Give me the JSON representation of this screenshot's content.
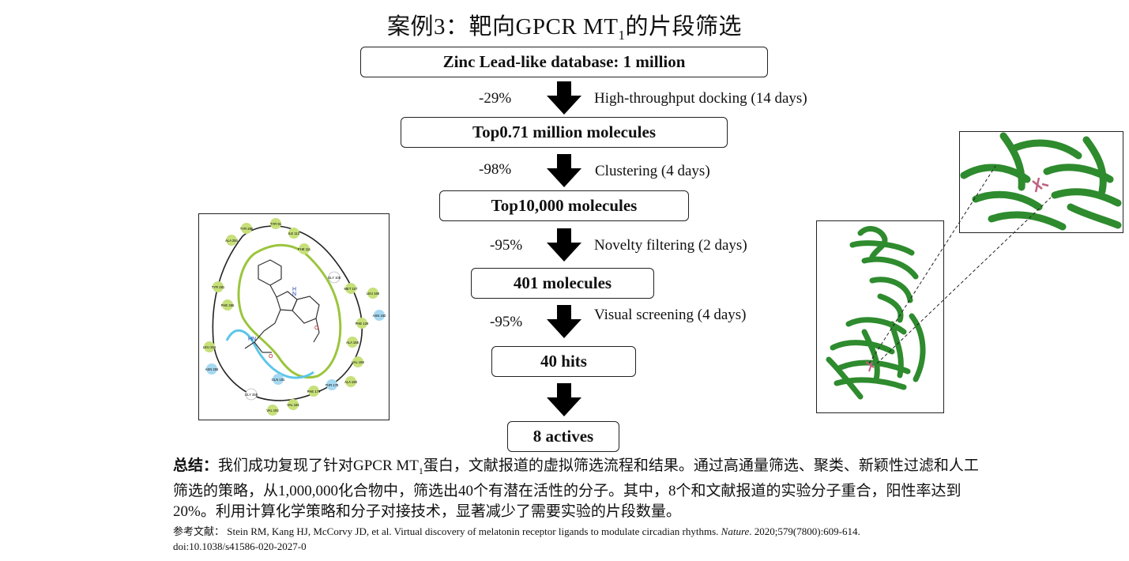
{
  "title": {
    "main": "案例3：靶向GPCR MT",
    "sub": "1",
    "tail": "的片段筛选"
  },
  "flow": {
    "boxes": [
      "Zinc Lead-like database: 1 million",
      "Top0.71 million molecules",
      "Top10,000 molecules",
      "401 molecules",
      "40 hits",
      "8 actives"
    ],
    "steps": [
      {
        "pct": "-29%",
        "label": "High-throughput docking (14 days)"
      },
      {
        "pct": "-98%",
        "label": "Clustering (4 days)"
      },
      {
        "pct": "-95%",
        "label": "Novelty filtering (2 days)"
      },
      {
        "pct": "-95%",
        "label": "Visual screening (4 days)"
      }
    ]
  },
  "ligand_map": {
    "residues": [
      "TYR 285",
      "TYR 91",
      "ILE 112",
      "PHE 111",
      "ALA 284",
      "GLY 108",
      "MET 107",
      "LEU 168",
      "TYR 281",
      "PHE 255",
      "PHE 129",
      "ASN 162",
      "LEU 254",
      "ALA 158",
      "VAL 159",
      "ASN 255",
      "GLN 181",
      "PHE 179",
      "THR 178",
      "ALA 190",
      "GLY 258",
      "VAL 192",
      "VAL 191"
    ],
    "atoms": [
      "H",
      "N",
      "HN",
      "O",
      "O"
    ],
    "colors": {
      "residue_hydrophobic": "#c7e07a",
      "residue_polar": "#a6d8f0",
      "ring_line": "#9bc53d",
      "polar_line": "#5cc6e8"
    }
  },
  "protein_color": "#2e8b2e",
  "summary": {
    "label": "总结：",
    "text1": "我们成功复现了针对GPCR MT",
    "sub": "1",
    "text2": "蛋白，文献报道的虚拟筛选流程和结果。通过高通量筛选、聚类、新颖性过滤和人工筛选的策略，从1,000,000化合物中，筛选出40个有潜在活性的分子。其中，8个和文献报道的实验分子重合，阳性率达到20%。利用计算化学策略和分子对接技术，显著减少了需要实验的片段数量。"
  },
  "reference": {
    "label": "参考文献：",
    "text": " Stein RM, Kang HJ, McCorvy JD, et al. Virtual discovery of melatonin receptor ligands to modulate circadian rhythms. ",
    "journal": "Nature",
    "tail": ". 2020;579(7800):609-614.",
    "doi": "doi:10.1038/s41586-020-2027-0"
  }
}
